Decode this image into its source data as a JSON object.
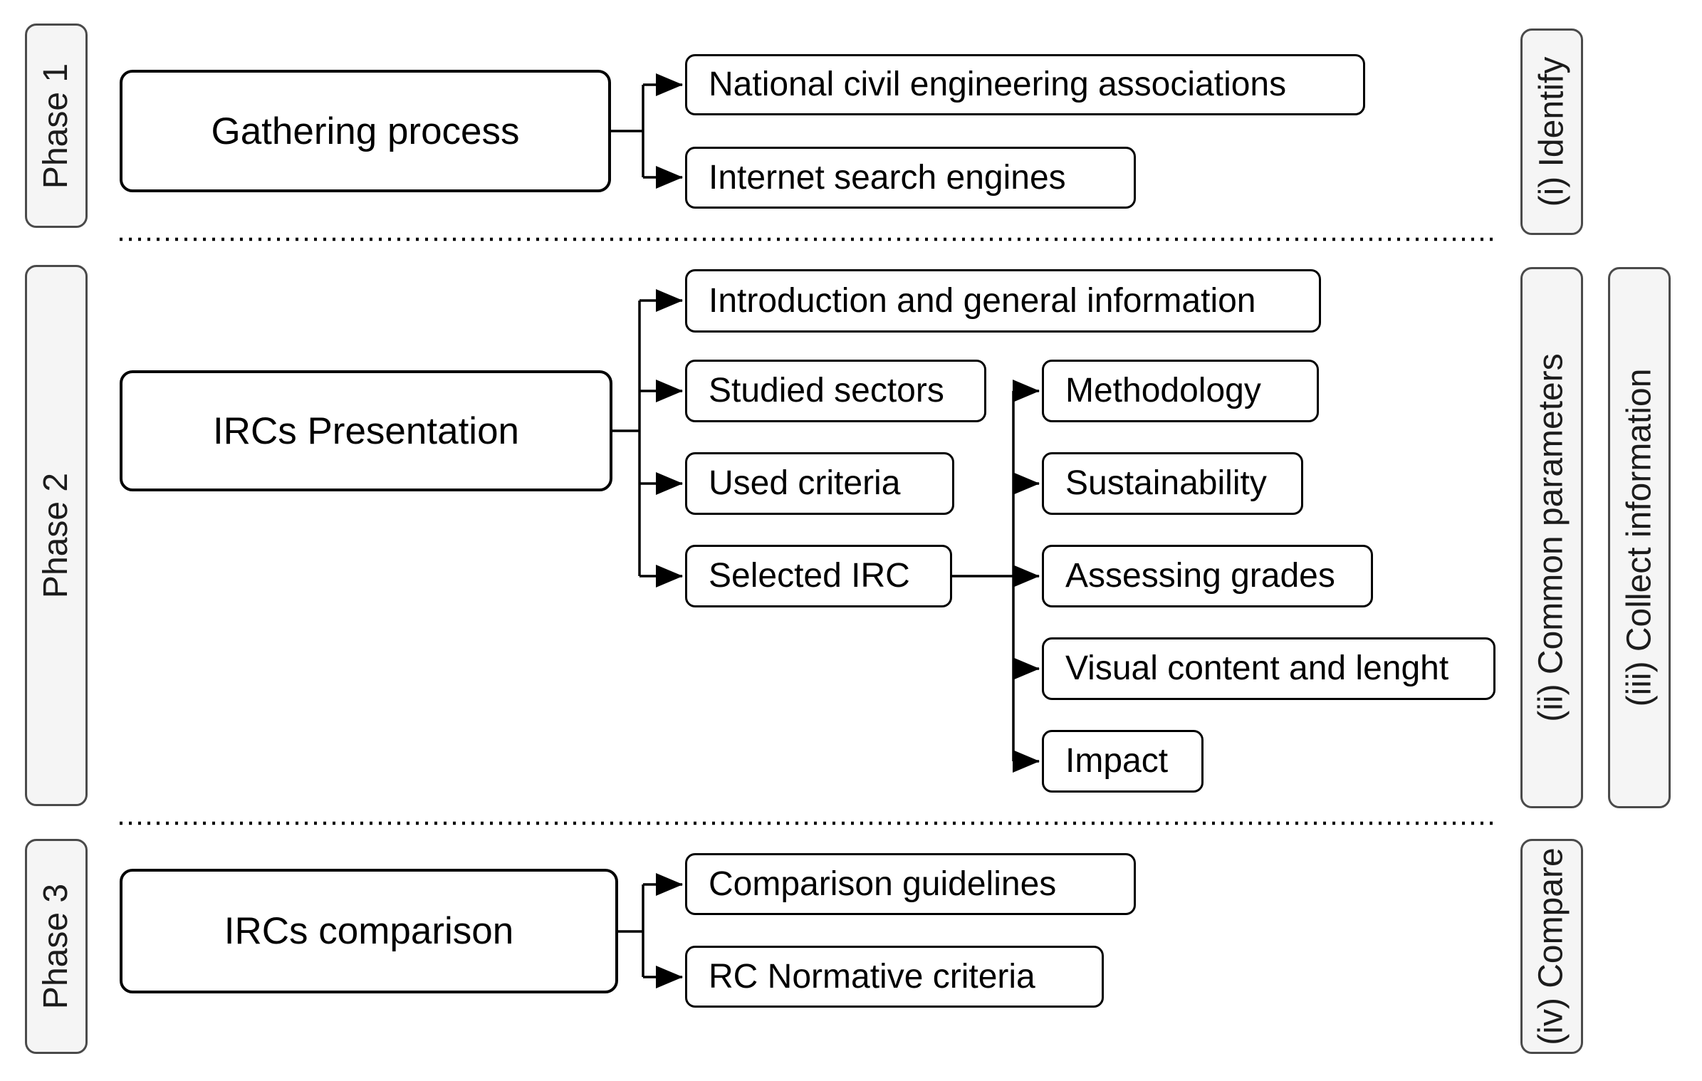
{
  "colors": {
    "background": "#ffffff",
    "node_fill": "#ffffff",
    "node_border": "#000000",
    "bar_fill": "#f5f5f5",
    "bar_border": "#4a4a4a",
    "line": "#000000"
  },
  "phase_bars": {
    "phase1": "Phase 1",
    "phase2": "Phase 2",
    "phase3": "Phase 3"
  },
  "annotation_bars": {
    "identify": "(i) Identify",
    "common_parameters": "(ii) Common parameters",
    "collect_information": "(iii) Collect information",
    "compare": "(iv) Compare"
  },
  "phase1": {
    "parent": "Gathering process",
    "children": {
      "national": "National civil engineering associations",
      "internet": "Internet search engines"
    }
  },
  "phase2": {
    "parent": "IRCs Presentation",
    "children": {
      "introduction": "Introduction and general information",
      "studied_sectors": "Studied sectors",
      "used_criteria": "Used criteria",
      "selected_irc": "Selected IRC"
    },
    "subchildren": {
      "methodology": "Methodology",
      "sustainability": "Sustainability",
      "assessing_grades": "Assessing grades",
      "visual_content": "Visual content and lenght",
      "impact": "Impact"
    }
  },
  "phase3": {
    "parent": "IRCs comparison",
    "children": {
      "comparison_guidelines": "Comparison guidelines",
      "rc_normative": "RC Normative criteria"
    }
  }
}
